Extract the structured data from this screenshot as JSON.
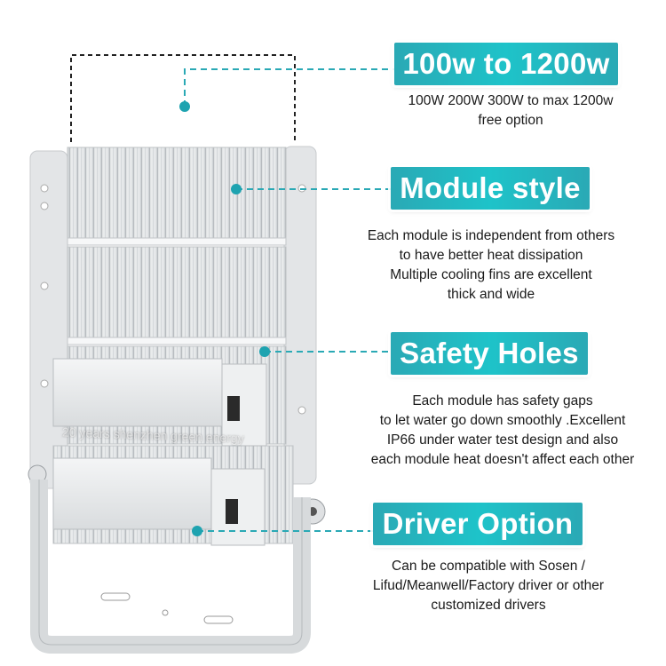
{
  "features": [
    {
      "title": "100w to 1200w",
      "lines": [
        "100W 200W  300W to max 1200w",
        "free option"
      ]
    },
    {
      "title": "Module style",
      "lines": [
        "Each module is independent from others",
        "to have better heat dissipation",
        "Multiple cooling fins are excellent",
        "thick and wide"
      ]
    },
    {
      "title": "Safety Holes",
      "lines": [
        "Each module has safety gaps",
        "to let water go down smoothly .Excellent",
        "IP66 under water test design and also",
        "each module heat doesn't affect each other"
      ]
    },
    {
      "title": "Driver Option",
      "lines": [
        "Can be compatible with Sosen /",
        "Lifud/Meanwell/Factory driver or other",
        "customized drivers"
      ]
    }
  ],
  "watermark": "20 years shenzhen green energy",
  "colors": {
    "accent": "#1ec3c9",
    "callout_line": "#2aa9b5",
    "fins": "#d6d9dc",
    "frame": "#eceeef"
  }
}
